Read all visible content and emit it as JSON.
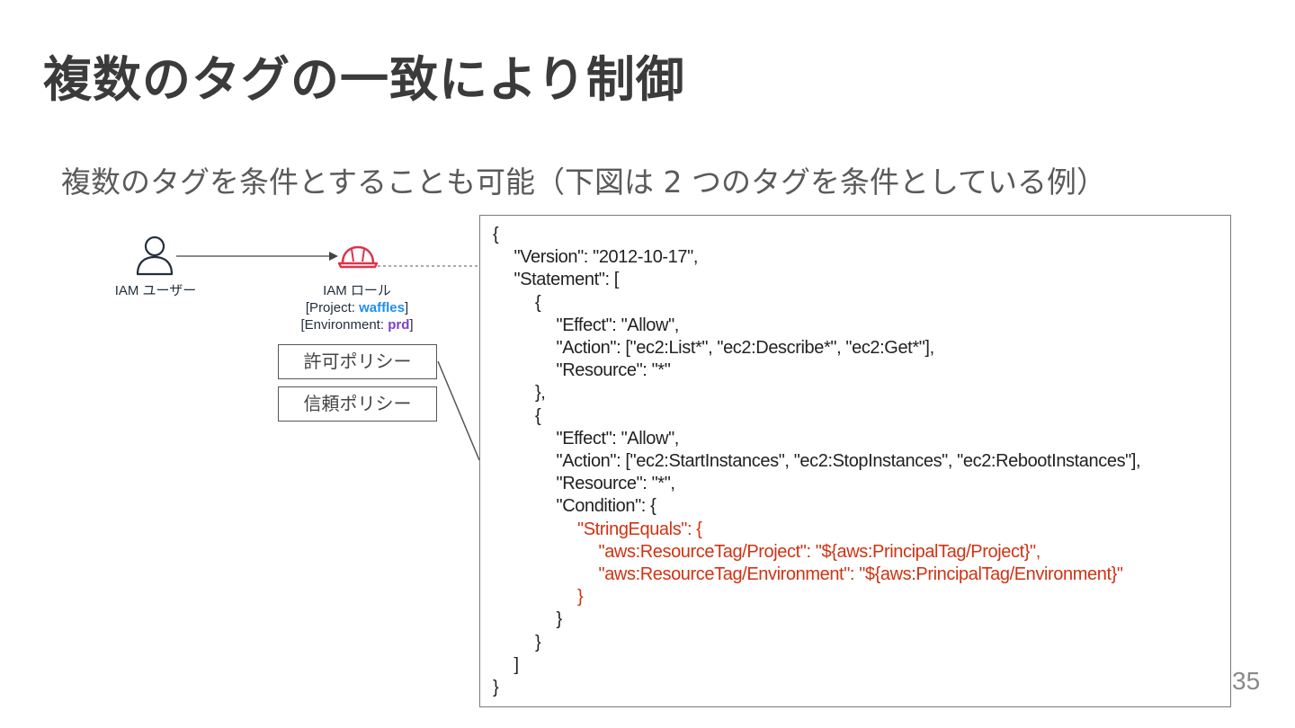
{
  "slide": {
    "title": "複数のタグの一致により制御",
    "subtitle": "複数のタグを条件とすることも可能（下図は 2 つのタグを条件としている例）",
    "page_number": "35"
  },
  "diagram": {
    "user_label": "IAM ユーザー",
    "role_label": "IAM ロール",
    "project_tag_key": "[Project: ",
    "project_tag_value": "waffles",
    "project_tag_close": "]",
    "env_tag_key": "[Environment: ",
    "env_tag_value": "prd",
    "env_tag_close": "]",
    "allow_policy": "許可ポリシー",
    "trust_policy": "信頼ポリシー",
    "colors": {
      "project_value": "#1f8ef1",
      "env_value": "#7d3ec8",
      "role_icon": "#dd344c"
    },
    "icons": [
      "user-icon",
      "role-hardhat-icon"
    ]
  },
  "policy_json": {
    "lines": [
      {
        "text": "{",
        "indent": 0,
        "highlight": false
      },
      {
        "text": "\"Version\": \"2012-10-17\",",
        "indent": 1,
        "highlight": false
      },
      {
        "text": "\"Statement\": [",
        "indent": 1,
        "highlight": false
      },
      {
        "text": "{",
        "indent": 2,
        "highlight": false
      },
      {
        "text": "\"Effect\": \"Allow\",",
        "indent": 3,
        "highlight": false
      },
      {
        "text": "\"Action\": [\"ec2:List*\", \"ec2:Describe*\", \"ec2:Get*\"],",
        "indent": 3,
        "highlight": false
      },
      {
        "text": "\"Resource\": \"*\"",
        "indent": 3,
        "highlight": false
      },
      {
        "text": "},",
        "indent": 2,
        "highlight": false
      },
      {
        "text": "{",
        "indent": 2,
        "highlight": false
      },
      {
        "text": "\"Effect\": \"Allow\",",
        "indent": 3,
        "highlight": false
      },
      {
        "text": "\"Action\": [\"ec2:StartInstances\", \"ec2:StopInstances\", \"ec2:RebootInstances\"],",
        "indent": 3,
        "highlight": false
      },
      {
        "text": "\"Resource\": \"*\",",
        "indent": 3,
        "highlight": false
      },
      {
        "text": "\"Condition\": {",
        "indent": 3,
        "highlight": false
      },
      {
        "text": "\"StringEquals\": {",
        "indent": 4,
        "highlight": true
      },
      {
        "text": "\"aws:ResourceTag/Project\": \"${aws:PrincipalTag/Project}\",",
        "indent": 5,
        "highlight": true
      },
      {
        "text": "\"aws:ResourceTag/Environment\": \"${aws:PrincipalTag/Environment}\"",
        "indent": 5,
        "highlight": true
      },
      {
        "text": "}",
        "indent": 4,
        "highlight": true
      },
      {
        "text": "}",
        "indent": 3,
        "highlight": false
      },
      {
        "text": "}",
        "indent": 2,
        "highlight": false
      },
      {
        "text": "]",
        "indent": 1,
        "highlight": false
      },
      {
        "text": "}",
        "indent": 0,
        "highlight": false
      }
    ],
    "highlight_color": "#d13212"
  }
}
